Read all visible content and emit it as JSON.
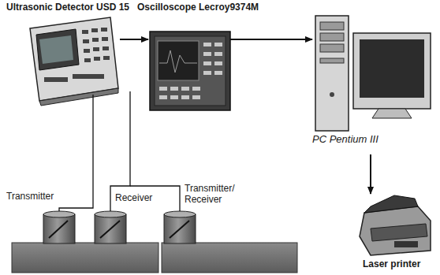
{
  "diagram": {
    "nodes": [
      {
        "text": [
          "Ultrasonic Detector USD 15"
        ]
      },
      {
        "text": [
          "Oscilloscope Lecroy9374M"
        ]
      },
      {
        "text": [
          "PC Pentium III"
        ]
      },
      {
        "text": [
          "Laser printer"
        ]
      },
      {
        "text": [
          "Transmitter"
        ]
      },
      {
        "text": [
          "Receiver"
        ]
      },
      {
        "text": [
          "Transmitter/ Receiver"
        ]
      }
    ],
    "edges": [
      {
        "from": 0,
        "to": 1,
        "arrow": "to"
      },
      {
        "from": 1,
        "to": 2,
        "arrow": "to"
      },
      {
        "from": 2,
        "to": 3,
        "arrow": "to"
      },
      {
        "from": 0,
        "to": 4,
        "arrow": "none"
      },
      {
        "from": 0,
        "to": 5,
        "arrow": "none"
      },
      {
        "from": 0,
        "to": 6,
        "arrow": "none"
      }
    ]
  }
}
